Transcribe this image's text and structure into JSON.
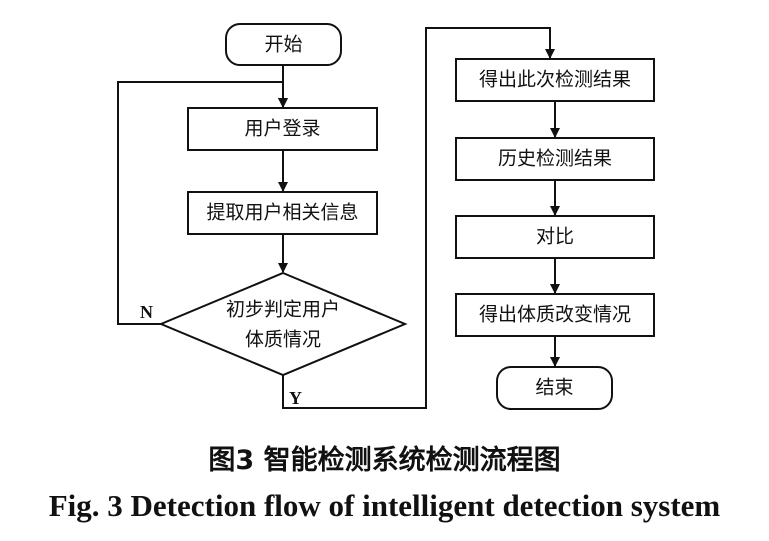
{
  "flowchart": {
    "start": "开始",
    "login": "用户登录",
    "extract": "提取用户相关信息",
    "decision_line1": "初步判定用户",
    "decision_line2": "体质情况",
    "no_label": "N",
    "yes_label": "Y",
    "current_result": "得出此次检测结果",
    "history_result": "历史检测结果",
    "compare": "对比",
    "change": "得出体质改变情况",
    "end": "结束"
  },
  "caption": {
    "zh": "图3  智能检测系统检测流程图",
    "en": "Fig. 3  Detection flow of intelligent detection system"
  }
}
